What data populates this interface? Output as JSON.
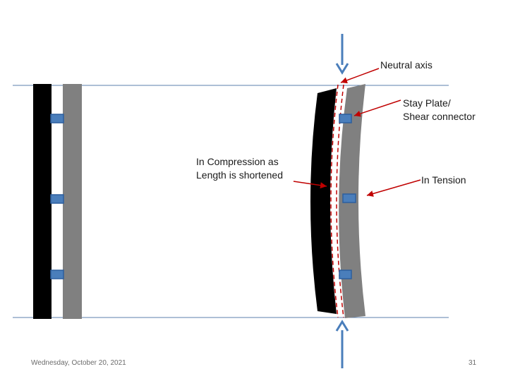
{
  "labels": {
    "neutral_axis": "Neutral axis",
    "stay_plate_line1": "Stay Plate/",
    "stay_plate_line2": "Shear connector",
    "compression_line1": "In Compression as",
    "compression_line2": "Length is shortened",
    "tension": "In Tension"
  },
  "footer": {
    "date": "Wednesday, October 20, 2021",
    "page_number": "31"
  },
  "colors": {
    "black_member": "#000000",
    "grey_member": "#808080",
    "connector": "#4a7ebb",
    "connector_border": "#2c5f9e",
    "arrow_blue": "#4a7ebb",
    "pointer_red": "#c00000",
    "guide_line": "#5b7fae"
  }
}
